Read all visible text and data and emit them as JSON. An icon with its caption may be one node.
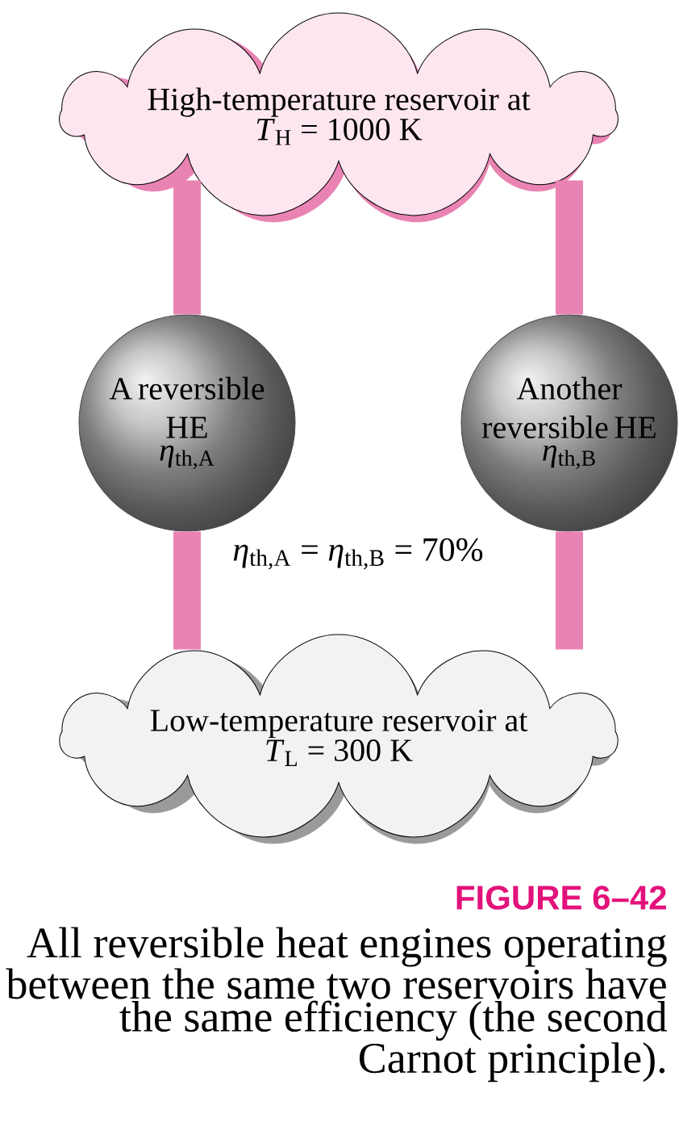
{
  "diagram": {
    "title": "FIGURE 6–42",
    "caption": "All reversible heat engines operating between the same two reservoirs have the same efficiency (the second Carnot principle).",
    "nodes": [
      {
        "text": [
          "High-temperature reservoir at *T*$_{H}$ = 1000 K"
        ]
      },
      {
        "text": [
          "A reversible HE",
          "*η*$_{th,A}$"
        ]
      },
      {
        "text": [
          "Another reversible HE",
          "*η*$_{th,B}$"
        ]
      },
      {
        "text": [
          "Low-temperature reservoir at *T*$_{L}$ = 300 K"
        ]
      }
    ],
    "edges": [
      {
        "from": 0,
        "to": 1,
        "arrow": "none"
      },
      {
        "from": 0,
        "to": 2,
        "arrow": "none"
      },
      {
        "from": 1,
        "to": 3,
        "arrow": "none"
      },
      {
        "from": 2,
        "to": 3,
        "arrow": "none"
      }
    ],
    "labels": [
      "*η*$_{th,A}$ = *η*$_{th,B}$ = 70%"
    ]
  }
}
